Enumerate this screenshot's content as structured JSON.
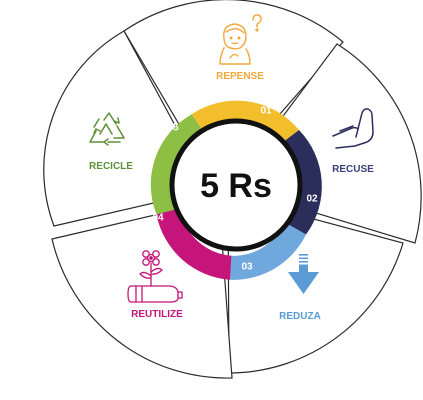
{
  "center": {
    "title": "5 Rs"
  },
  "colors": {
    "repense": "#F2BE2C",
    "recuse": "#2B2E5B",
    "reduza": "#6FA8DC",
    "reutilize": "#C5157A",
    "recicle": "#8DBF44"
  },
  "steps": [
    {
      "number": "01",
      "label": "REPENSE",
      "color": "#F2BE2C",
      "label_color": "#F0A93A",
      "icon": "thinking-person-icon"
    },
    {
      "number": "02",
      "label": "RECUSE",
      "color": "#2B2E5B",
      "label_color": "#3A3F7A",
      "icon": "stop-hand-icon"
    },
    {
      "number": "03",
      "label": "REDUZA",
      "color": "#6FA8DC",
      "label_color": "#5A9BD5",
      "icon": "down-arrow-icon"
    },
    {
      "number": "04",
      "label": "REUTILIZE",
      "color": "#C5157A",
      "label_color": "#C5157A",
      "icon": "bottle-planter-icon"
    },
    {
      "number": "05",
      "label": "RECICLE",
      "color": "#8DBF44",
      "label_color": "#5E8F3A",
      "icon": "recycle-icon"
    }
  ]
}
